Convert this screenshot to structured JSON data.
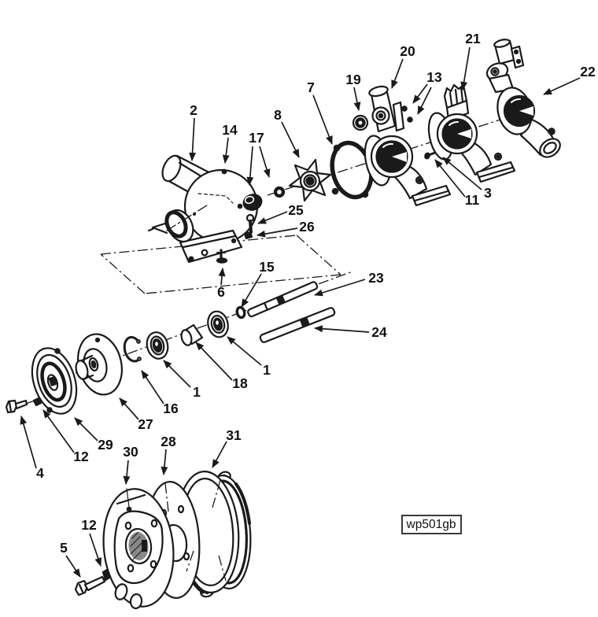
{
  "figure_label": {
    "text": "wp501gb"
  },
  "colors": {
    "line": "#1a1a1a",
    "background": "#ffffff"
  },
  "callouts": [
    {
      "id": "callout-2",
      "label": "2"
    },
    {
      "id": "callout-14",
      "label": "14"
    },
    {
      "id": "callout-17",
      "label": "17"
    },
    {
      "id": "callout-8",
      "label": "8"
    },
    {
      "id": "callout-7",
      "label": "7"
    },
    {
      "id": "callout-19",
      "label": "19"
    },
    {
      "id": "callout-20",
      "label": "20"
    },
    {
      "id": "callout-13",
      "label": "13"
    },
    {
      "id": "callout-21",
      "label": "21"
    },
    {
      "id": "callout-22",
      "label": "22"
    },
    {
      "id": "callout-3",
      "label": "3"
    },
    {
      "id": "callout-11",
      "label": "11"
    },
    {
      "id": "callout-25",
      "label": "25"
    },
    {
      "id": "callout-26",
      "label": "26"
    },
    {
      "id": "callout-6",
      "label": "6"
    },
    {
      "id": "callout-15",
      "label": "15"
    },
    {
      "id": "callout-23",
      "label": "23"
    },
    {
      "id": "callout-24",
      "label": "24"
    },
    {
      "id": "callout-1-right",
      "label": "1"
    },
    {
      "id": "callout-18",
      "label": "18"
    },
    {
      "id": "callout-1-left",
      "label": "1"
    },
    {
      "id": "callout-16",
      "label": "16"
    },
    {
      "id": "callout-27",
      "label": "27"
    },
    {
      "id": "callout-29",
      "label": "29"
    },
    {
      "id": "callout-12-upper",
      "label": "12"
    },
    {
      "id": "callout-4",
      "label": "4"
    },
    {
      "id": "callout-30",
      "label": "30"
    },
    {
      "id": "callout-28",
      "label": "28"
    },
    {
      "id": "callout-31",
      "label": "31"
    },
    {
      "id": "callout-12-lower",
      "label": "12"
    },
    {
      "id": "callout-5",
      "label": "5"
    }
  ]
}
